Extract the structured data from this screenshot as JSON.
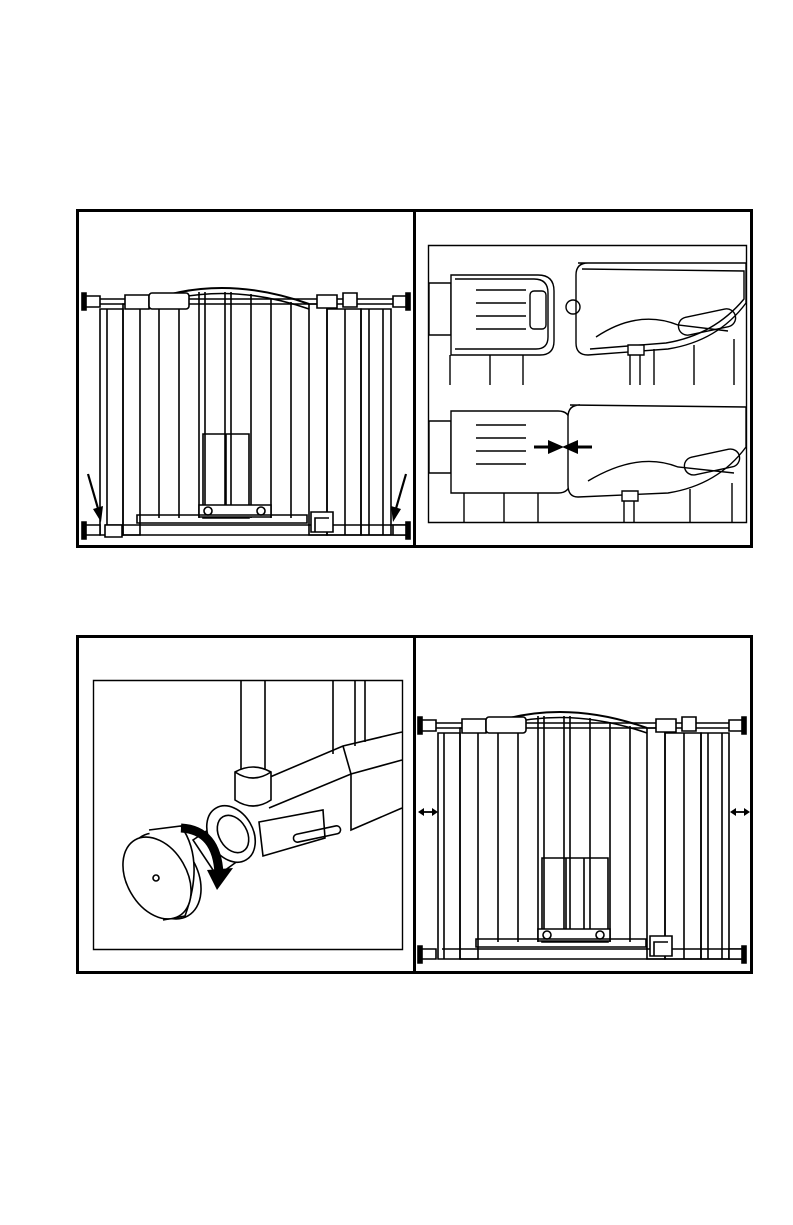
{
  "colors": {
    "line": "#000000",
    "background": "#ffffff",
    "frame_fill": "#f2f2f2"
  },
  "figures": [
    {
      "id": "gate-front-feet",
      "description_icon": "arrow-down-icon"
    },
    {
      "id": "latch-closeup",
      "description_icon": "arrow-inward-icon"
    },
    {
      "id": "spindle-knob-rotation",
      "description_icon": "curved-arrow-icon"
    },
    {
      "id": "gate-width-adjust",
      "description_icon": "double-arrow-icon"
    }
  ]
}
